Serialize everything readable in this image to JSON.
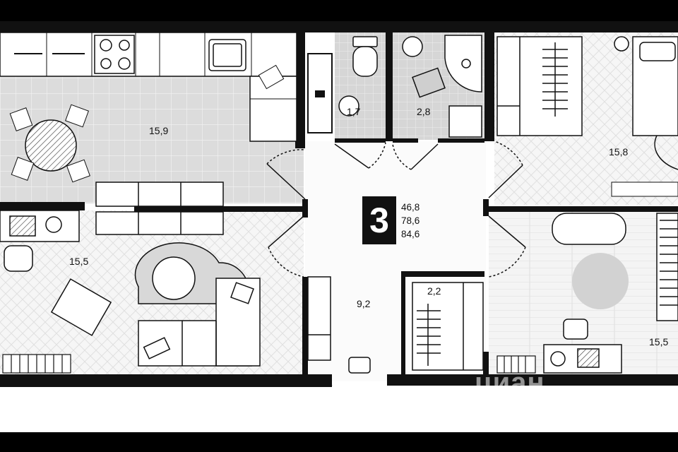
{
  "apartment": {
    "rooms_count": "3",
    "areas": [
      "46,8",
      "78,6",
      "84,6"
    ]
  },
  "rooms": {
    "kitchen": "15,9",
    "toilet": "1,7",
    "bathroom": "2,8",
    "bedroom_top_right": "15,8",
    "living_left": "15,5",
    "hallway": "9,2",
    "closet": "2,2",
    "bedroom_bottom_right": "15,5"
  },
  "watermark": {
    "text": "циан"
  },
  "colors": {
    "wall": "#111111",
    "floor_tile": "#dedede",
    "parquet": "#f3f3f3",
    "frame": "#000000"
  }
}
